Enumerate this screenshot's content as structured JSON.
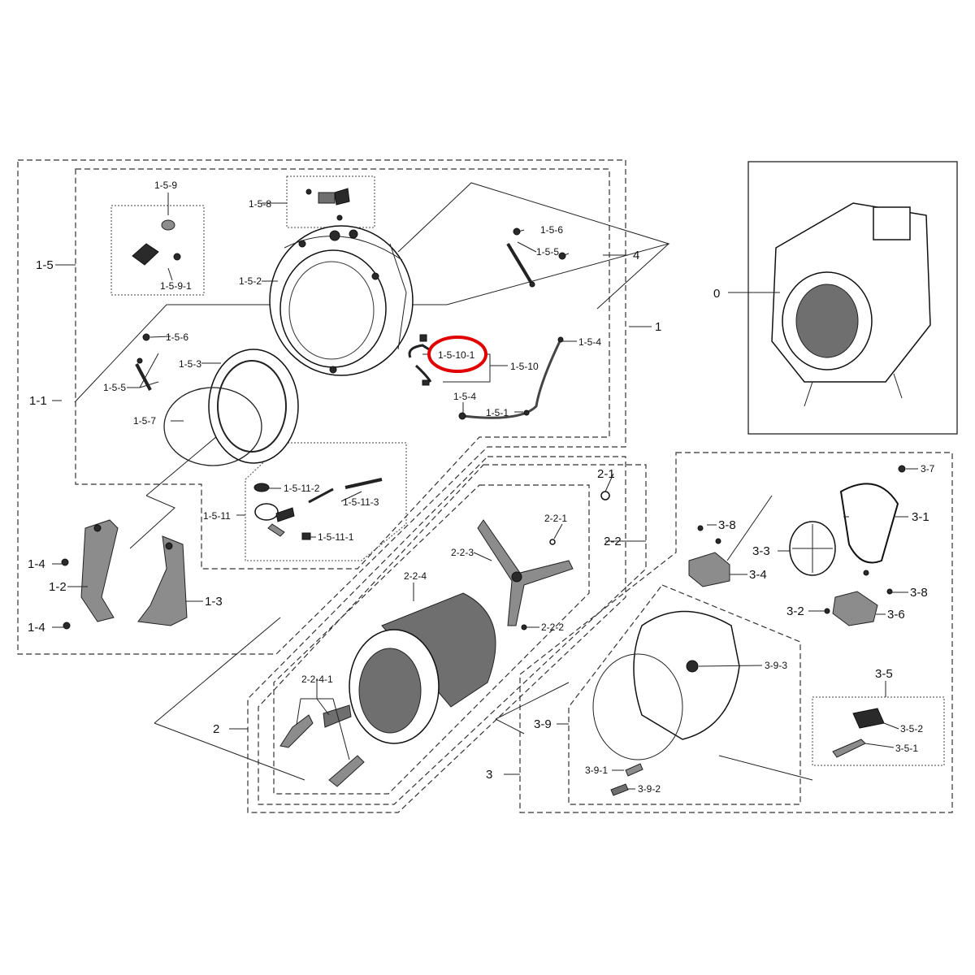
{
  "highlight_color": "#e00000",
  "labels": {
    "l0": "0",
    "l1": "1",
    "l1_1": "1-1",
    "l1_2": "1-2",
    "l1_3": "1-3",
    "l1_4a": "1-4",
    "l1_4b": "1-4",
    "l1_5": "1-5",
    "l1_5_1": "1-5-1",
    "l1_5_2": "1-5-2",
    "l1_5_3": "1-5-3",
    "l1_5_4a": "1-5-4",
    "l1_5_4b": "1-5-4",
    "l1_5_5a": "1-5-5",
    "l1_5_5b": "1-5-5",
    "l1_5_6a": "1-5-6",
    "l1_5_6b": "1-5-6",
    "l1_5_7": "1-5-7",
    "l1_5_8": "1-5-8",
    "l1_5_9": "1-5-9",
    "l1_5_9_1": "1-5-9-1",
    "l1_5_10": "1-5-10",
    "l1_5_10_1": "1-5-10-1",
    "l1_5_11": "1-5-11",
    "l1_5_11_1": "1-5-11-1",
    "l1_5_11_2": "1-5-11-2",
    "l1_5_11_3": "1-5-11-3",
    "l2": "2",
    "l2_1": "2-1",
    "l2_2": "2-2",
    "l2_2_1": "2-2-1",
    "l2_2_2": "2-2-2",
    "l2_2_3": "2-2-3",
    "l2_2_4": "2-2-4",
    "l2_2_4_1": "2-2-4-1",
    "l3": "3",
    "l3_1": "3-1",
    "l3_2": "3-2",
    "l3_3": "3-3",
    "l3_4": "3-4",
    "l3_5": "3-5",
    "l3_5_1": "3-5-1",
    "l3_5_2": "3-5-2",
    "l3_6": "3-6",
    "l3_7": "3-7",
    "l3_8a": "3-8",
    "l3_8b": "3-8",
    "l3_9": "3-9",
    "l3_9_1": "3-9-1",
    "l3_9_2": "3-9-2",
    "l3_9_3": "3-9-3",
    "l4": "4"
  }
}
